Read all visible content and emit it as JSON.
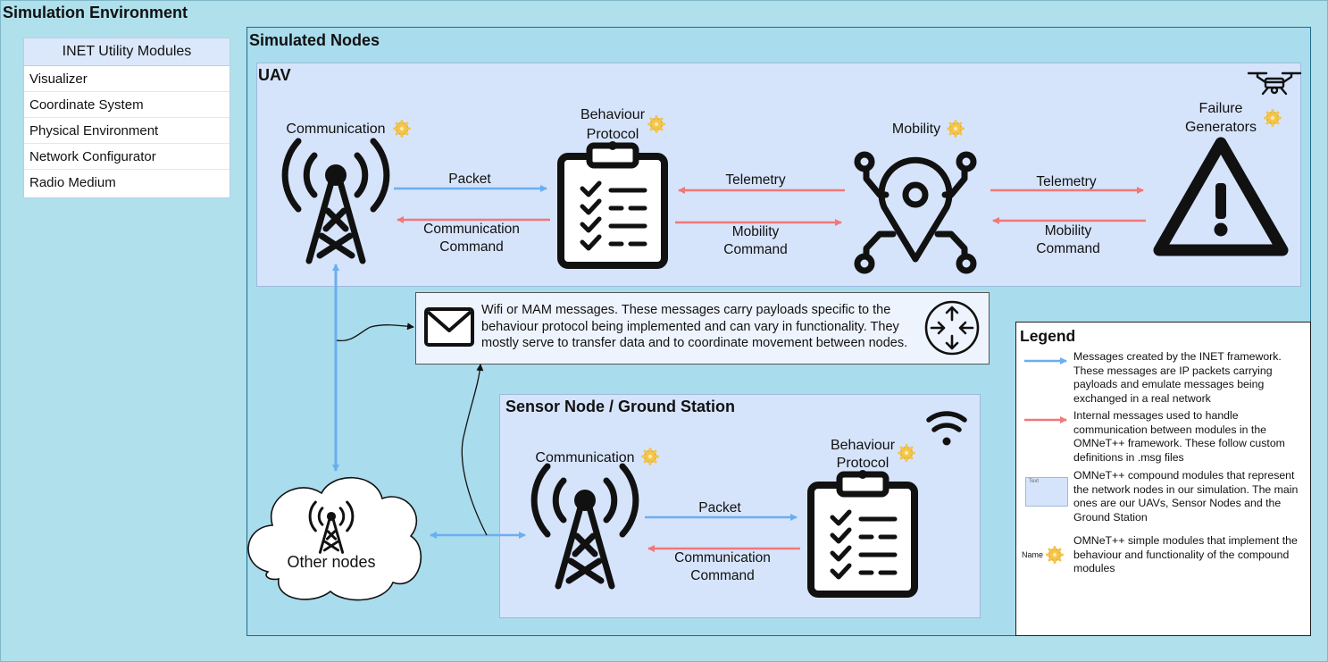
{
  "environment": {
    "title": "Simulation Environment"
  },
  "utility_modules": {
    "header": "INET Utility Modules",
    "items": [
      "Visualizer",
      "Coordinate System",
      "Physical Environment",
      "Network Configurator",
      "Radio Medium"
    ]
  },
  "simulated_nodes": {
    "title": "Simulated Nodes"
  },
  "uav": {
    "title": "UAV",
    "communication": "Communication",
    "behaviour_line1": "Behaviour",
    "behaviour_line2": "Protocol",
    "mobility": "Mobility",
    "failure_line1": "Failure",
    "failure_line2": "Generators",
    "packet": "Packet",
    "comm_cmd_line1": "Communication",
    "comm_cmd_line2": "Command",
    "telemetry_1": "Telemetry",
    "mobility_cmd_1_line1": "Mobility",
    "mobility_cmd_1_line2": "Command",
    "telemetry_2": "Telemetry",
    "mobility_cmd_2_line1": "Mobility",
    "mobility_cmd_2_line2": "Command"
  },
  "message_box": {
    "text": "Wifi or MAM messages. These messages carry payloads specific to the behaviour protocol being implemented and can vary in functionality. They mostly serve to transfer data and to coordinate movement between nodes."
  },
  "sensor_node": {
    "title": "Sensor Node / Ground Station",
    "communication": "Communication",
    "behaviour_line1": "Behaviour",
    "behaviour_line2": "Protocol",
    "packet": "Packet",
    "comm_cmd_line1": "Communication",
    "comm_cmd_line2": "Command"
  },
  "other_nodes": {
    "label": "Other nodes"
  },
  "legend": {
    "title": "Legend",
    "blue_text": "Messages created by the INET framework. These messages are IP packets carrying payloads and emulate messages being exchanged in a real network",
    "red_text": "Internal messages used to handle communication between modules in the OMNeT++ framework. These follow custom definitions in .msg files",
    "compound_swatch_label": "Text",
    "compound_text": "OMNeT++ compound modules that represent the network nodes in our simulation. The main ones are our UAVs, Sensor Nodes and the Ground Station",
    "simple_swatch_label": "Name",
    "simple_text": "OMNeT++ simple modules that implement the behaviour and functionality of the compound modules"
  },
  "colors": {
    "environment_bg": "#b0e0ec",
    "compound_bg": "#d6e4fb",
    "inet_arrow": "#6aaef0",
    "internal_arrow": "#f07878",
    "gear_icon": "#f4c54a"
  },
  "icons": [
    "drone-icon",
    "antenna-tower-icon",
    "clipboard-checklist-icon",
    "location-network-icon",
    "warning-icon",
    "envelope-icon",
    "router-icon",
    "wifi-icon",
    "gear-icon",
    "cloud-shape"
  ]
}
